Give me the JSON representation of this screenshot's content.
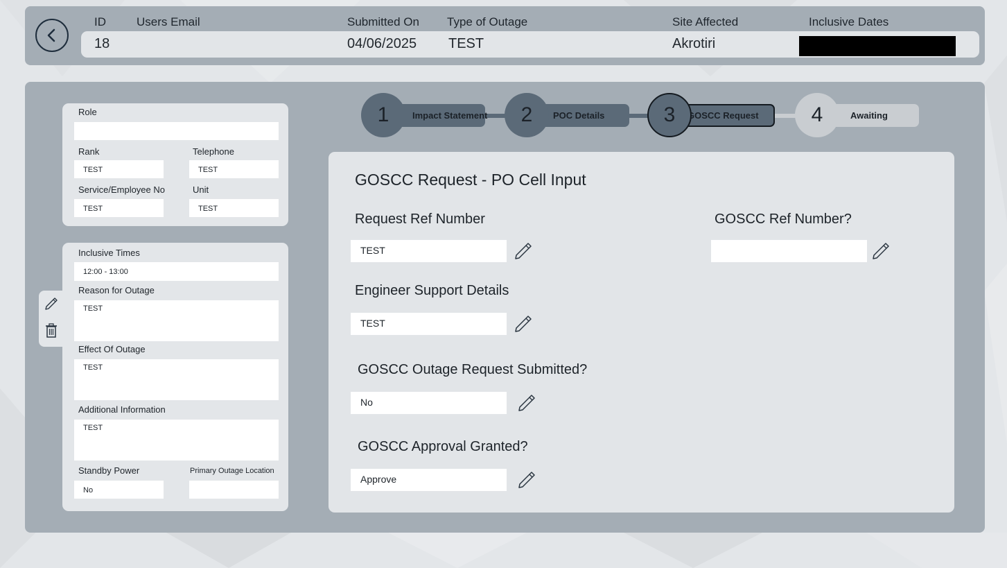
{
  "header": {
    "back_icon": "back-arrow-icon",
    "labels": {
      "id": "ID",
      "email": "Users Email",
      "submitted": "Submitted On",
      "type": "Type of Outage",
      "site": "Site Affected",
      "dates": "Inclusive Dates"
    },
    "values": {
      "id": "18",
      "email": "",
      "submitted": "04/06/2025",
      "type": "TEST",
      "site": "Akrotiri",
      "dates": ""
    }
  },
  "poc_card": {
    "role_label": "Role",
    "role_value": "",
    "rank_label": "Rank",
    "rank_value": "TEST",
    "telephone_label": "Telephone",
    "telephone_value": "TEST",
    "service_label": "Service/Employee No",
    "service_value": "TEST",
    "unit_label": "Unit",
    "unit_value": "TEST"
  },
  "details_card": {
    "times_label": "Inclusive Times",
    "times_value": "12:00 - 13:00",
    "reason_label": "Reason for Outage",
    "reason_value": "TEST",
    "effect_label": "Effect Of Outage",
    "effect_value": "TEST",
    "additional_label": "Additional Information",
    "additional_value": "TEST",
    "standby_label": "Standby Power",
    "standby_value": "No",
    "location_label": "Primary Outage Location",
    "location_value": ""
  },
  "side_tools": [
    "pencil-icon",
    "trash-icon"
  ],
  "steps": [
    {
      "number": "1",
      "label": "Impact Statement",
      "state": "done"
    },
    {
      "number": "2",
      "label": "POC Details",
      "state": "done"
    },
    {
      "number": "3",
      "label": "GOSCC Request",
      "state": "active"
    },
    {
      "number": "4",
      "label": "Awaiting",
      "state": "pending"
    }
  ],
  "form": {
    "title": "GOSCC Request - PO Cell Input",
    "request_ref_label": "Request Ref Number",
    "request_ref_value": "TEST",
    "goscc_ref_label": "GOSCC Ref Number?",
    "goscc_ref_value": "",
    "engineer_label": "Engineer Support Details",
    "engineer_value": "TEST",
    "submitted_label": "GOSCC Outage Request Submitted?",
    "submitted_value": "No",
    "approval_label": "GOSCC Approval Granted?",
    "approval_value": "Approve"
  },
  "colors": {
    "panel": "#a4adb5",
    "card": "#e3e6e9",
    "step_done": "#5b6a78",
    "step_pending": "#c9cdd1"
  }
}
